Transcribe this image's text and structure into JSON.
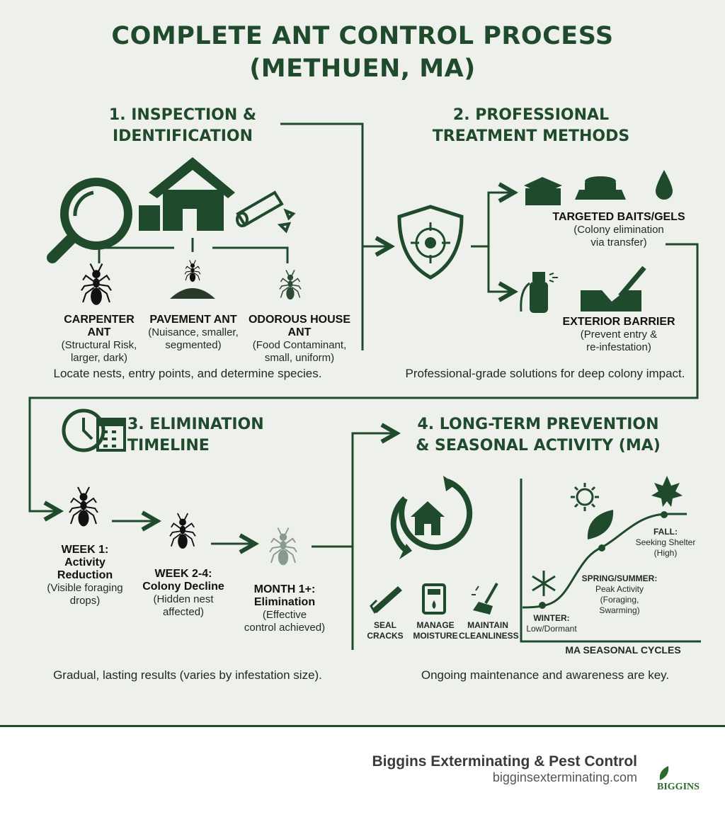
{
  "title": {
    "line1": "COMPLETE ANT CONTROL PROCESS",
    "line2": "(METHUEN, MA)"
  },
  "sections": {
    "s1": {
      "title_l1": "1. INSPECTION &",
      "title_l2": "IDENTIFICATION",
      "ants": [
        {
          "name": "CARPENTER ANT",
          "l1": "(Structural Risk,",
          "l2": "larger, dark)"
        },
        {
          "name": "PAVEMENT ANT",
          "l1": "(Nuisance, smaller,",
          "l2": "segmented)"
        },
        {
          "name": "ODOROUS HOUSE ANT",
          "l1": "(Food Contaminant,",
          "l2": "small, uniform)"
        }
      ],
      "caption": "Locate nests, entry points, and determine species."
    },
    "s2": {
      "title_l1": "2. PROFESSIONAL",
      "title_l2": "TREATMENT METHODS",
      "methods": [
        {
          "name": "TARGETED BAITS/GELS",
          "l1": "(Colony elimination",
          "l2": "via transfer)"
        },
        {
          "name": "EXTERIOR BARRIER",
          "l1": "(Prevent entry &",
          "l2": "re-infestation)"
        }
      ],
      "caption": "Professional-grade solutions for deep colony impact."
    },
    "s3": {
      "title_l1": "3. ELIMINATION",
      "title_l2": "TIMELINE",
      "steps": [
        {
          "n1": "WEEK 1:",
          "n2": "Activity",
          "n3": "Reduction",
          "d1": "(Visible foraging",
          "d2": "drops)"
        },
        {
          "n1": "WEEK 2-4:",
          "n2": "Colony Decline",
          "d1": "(Hidden nest",
          "d2": "affected)"
        },
        {
          "n1": "MONTH 1+:",
          "n2": "Elimination",
          "d1": "(Effective",
          "d2": "control achieved)"
        }
      ],
      "caption": "Gradual, lasting results (varies by infestation size)."
    },
    "s4": {
      "title_l1": "4. LONG-TERM PREVENTION",
      "title_l2": "& SEASONAL ACTIVITY (MA)",
      "tips": [
        {
          "l1": "SEAL",
          "l2": "CRACKS"
        },
        {
          "l1": "MANAGE",
          "l2": "MOISTURE"
        },
        {
          "l1": "MAINTAIN",
          "l2": "CLEANLINESS"
        }
      ],
      "seasons": {
        "fall": {
          "name": "FALL:",
          "d1": "Seeking Shelter",
          "d2": "(High)"
        },
        "spring": {
          "name": "SPRING/SUMMER:",
          "d1": "Peak Activity",
          "d2": "(Foraging,",
          "d3": "Swarming)"
        },
        "winter": {
          "name": "WINTER:",
          "d1": "Low/Dormant"
        }
      },
      "chart_label": "MA SEASONAL CYCLES",
      "caption": "Ongoing maintenance and awareness are key."
    }
  },
  "footer": {
    "company": "Biggins Exterminating & Pest Control",
    "url": "bigginsexterminating.com",
    "logo_text": "BIGGINS"
  },
  "colors": {
    "primary": "#1f4a2c",
    "background": "#eef0ec",
    "faded_ant": "#8a9a8c"
  }
}
